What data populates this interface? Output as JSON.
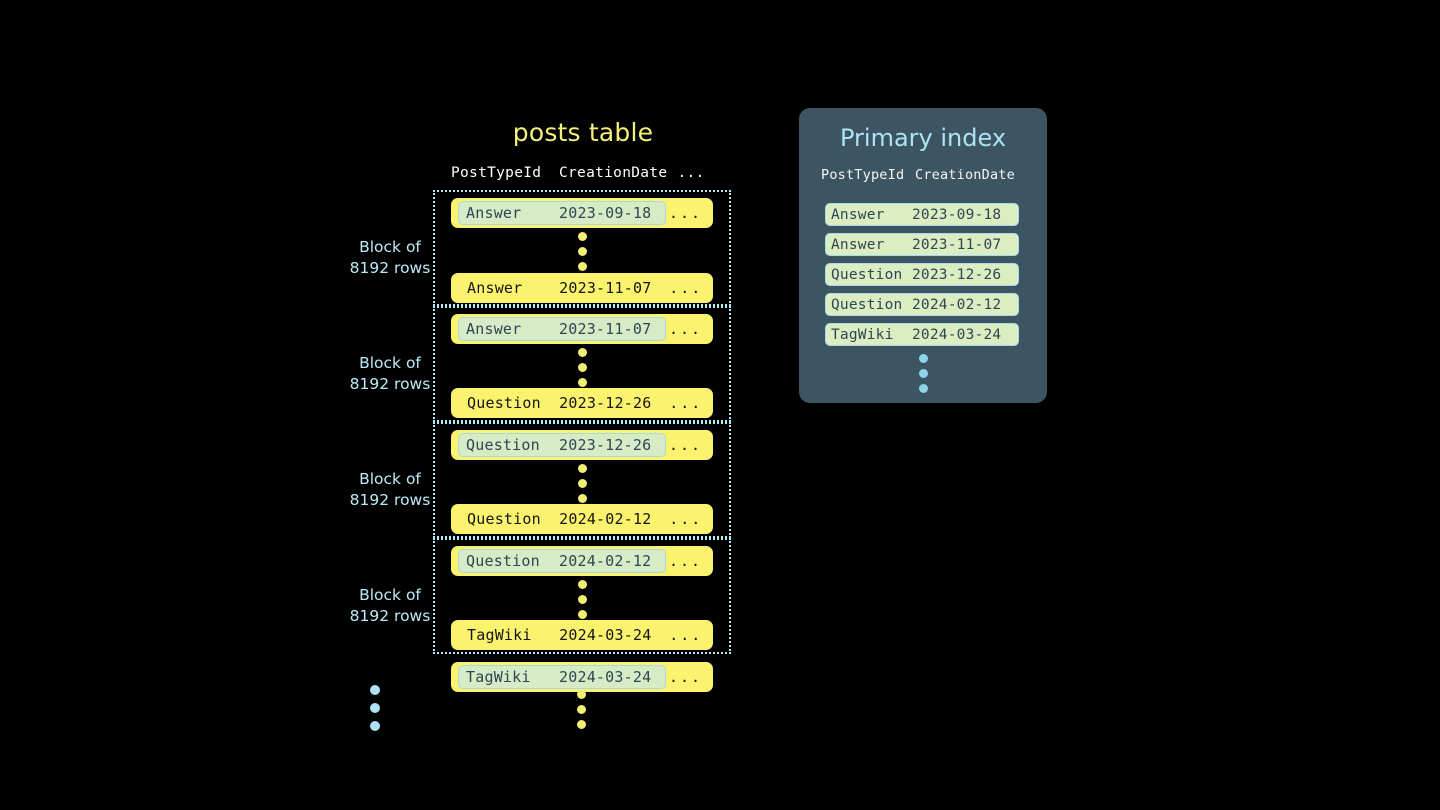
{
  "background_color": "#000000",
  "colors": {
    "row_yellow": "#fbf36e",
    "highlight_green": "#d7ecc6",
    "highlight_border_blue": "#a6d9ec",
    "accent_blue": "#aee2f5",
    "title_yellow": "#f5f07a",
    "panel_slate": "#3d5562",
    "index_row_green": "#dcedc2",
    "dot_yellow": "#f3ed72"
  },
  "posts_table": {
    "title": "posts table",
    "columns": {
      "post_type_id": "PostTypeId",
      "creation_date": "CreationDate",
      "more": "..."
    },
    "ellipsis": "...",
    "blocks": [
      {
        "label_line1": "Block of",
        "label_line2": "8192 rows",
        "first_row": {
          "type": "Answer",
          "date": "2023-09-18",
          "more": "...",
          "highlighted": true
        },
        "last_row": {
          "type": "Answer",
          "date": "2023-11-07",
          "more": "...",
          "highlighted": false
        }
      },
      {
        "label_line1": "Block of",
        "label_line2": "8192 rows",
        "first_row": {
          "type": "Answer",
          "date": "2023-11-07",
          "more": "...",
          "highlighted": true
        },
        "last_row": {
          "type": "Question",
          "date": "2023-12-26",
          "more": "...",
          "highlighted": false
        }
      },
      {
        "label_line1": "Block of",
        "label_line2": "8192 rows",
        "first_row": {
          "type": "Question",
          "date": "2023-12-26",
          "more": "...",
          "highlighted": true
        },
        "last_row": {
          "type": "Question",
          "date": "2024-02-12",
          "more": "...",
          "highlighted": false
        }
      },
      {
        "label_line1": "Block of",
        "label_line2": "8192 rows",
        "first_row": {
          "type": "Question",
          "date": "2024-02-12",
          "more": "...",
          "highlighted": true
        },
        "last_row": {
          "type": "TagWiki",
          "date": "2024-03-24",
          "more": "...",
          "highlighted": false
        }
      }
    ],
    "trailing_row": {
      "type": "TagWiki",
      "date": "2024-03-24",
      "more": "...",
      "highlighted": true
    }
  },
  "primary_index": {
    "title": "Primary index",
    "columns": {
      "post_type_id": "PostTypeId",
      "creation_date": "CreationDate"
    },
    "rows": [
      {
        "type": "Answer",
        "date": "2023-09-18"
      },
      {
        "type": "Answer",
        "date": "2023-11-07"
      },
      {
        "type": "Question",
        "date": "2023-12-26"
      },
      {
        "type": "Question",
        "date": "2024-02-12"
      },
      {
        "type": "TagWiki",
        "date": "2024-03-24"
      }
    ]
  }
}
